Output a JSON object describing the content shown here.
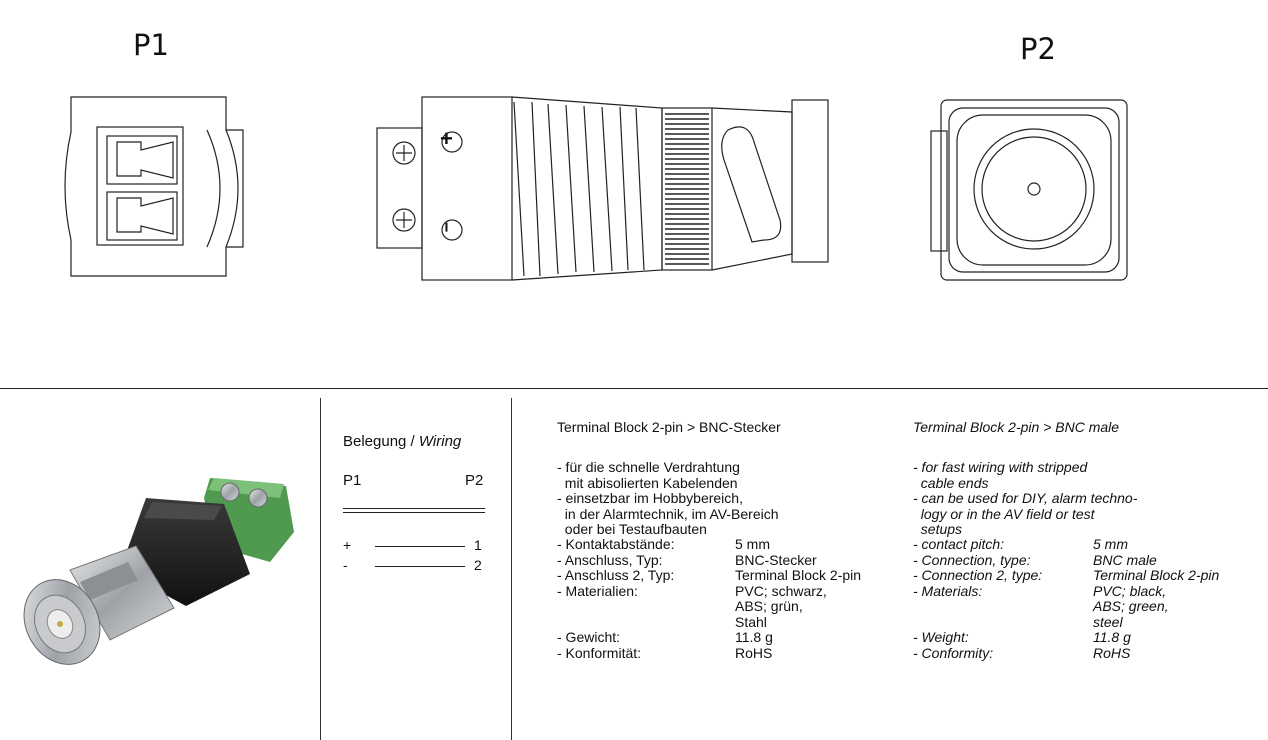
{
  "drawing": {
    "p1_label": "P1",
    "p2_label": "P2",
    "plus_symbol": "+",
    "minus_symbol": "−"
  },
  "wiring": {
    "title_de": "Belegung / ",
    "title_en": "Wiring",
    "col_p1": "P1",
    "col_p2": "P2",
    "rows": [
      {
        "p1": "+",
        "p2": "1"
      },
      {
        "p1": "-",
        "p2": "2"
      }
    ]
  },
  "de": {
    "title": "Terminal Block 2-pin > BNC-Stecker",
    "bullets": [
      "- für die schnelle Verdrahtung",
      "  mit abisolierten Kabelenden",
      "- einsetzbar im Hobbybereich,",
      "  in der Alarmtechnik, im AV-Bereich",
      "  oder bei Testaufbauten"
    ],
    "specs": [
      {
        "label": "- Kontaktabstände:",
        "value": "5 mm"
      },
      {
        "label": "- Anschluss, Typ:",
        "value": "BNC-Stecker"
      },
      {
        "label": "- Anschluss 2, Typ:",
        "value": "Terminal Block 2-pin"
      },
      {
        "label": "- Materialien:",
        "value": "PVC; schwarz,"
      },
      {
        "label": "",
        "value": "ABS; grün,"
      },
      {
        "label": "",
        "value": "Stahl"
      },
      {
        "label": "- Gewicht:",
        "value": "11.8 g"
      },
      {
        "label": "- Konformität:",
        "value": "RoHS"
      }
    ]
  },
  "en": {
    "title": "Terminal Block 2-pin > BNC male",
    "bullets": [
      "- for fast wiring with stripped",
      "  cable ends",
      "- can be used for DIY, alarm techno-",
      "  logy or in the AV field or test",
      "  setups"
    ],
    "specs": [
      {
        "label": "- contact pitch:",
        "value": "5 mm"
      },
      {
        "label": "- Connection, type:",
        "value": "BNC male"
      },
      {
        "label": "- Connection 2, type:",
        "value": "Terminal Block 2-pin"
      },
      {
        "label": "- Materials:",
        "value": "PVC; black,"
      },
      {
        "label": "",
        "value": "ABS; green,"
      },
      {
        "label": "",
        "value": "steel"
      },
      {
        "label": "- Weight:",
        "value": "11.8 g"
      },
      {
        "label": "- Conformity:",
        "value": "RoHS"
      }
    ]
  },
  "colors": {
    "terminal_green": "#4f9a4e",
    "body_black": "#1c1c1c",
    "metal": "#b9bcc0"
  }
}
